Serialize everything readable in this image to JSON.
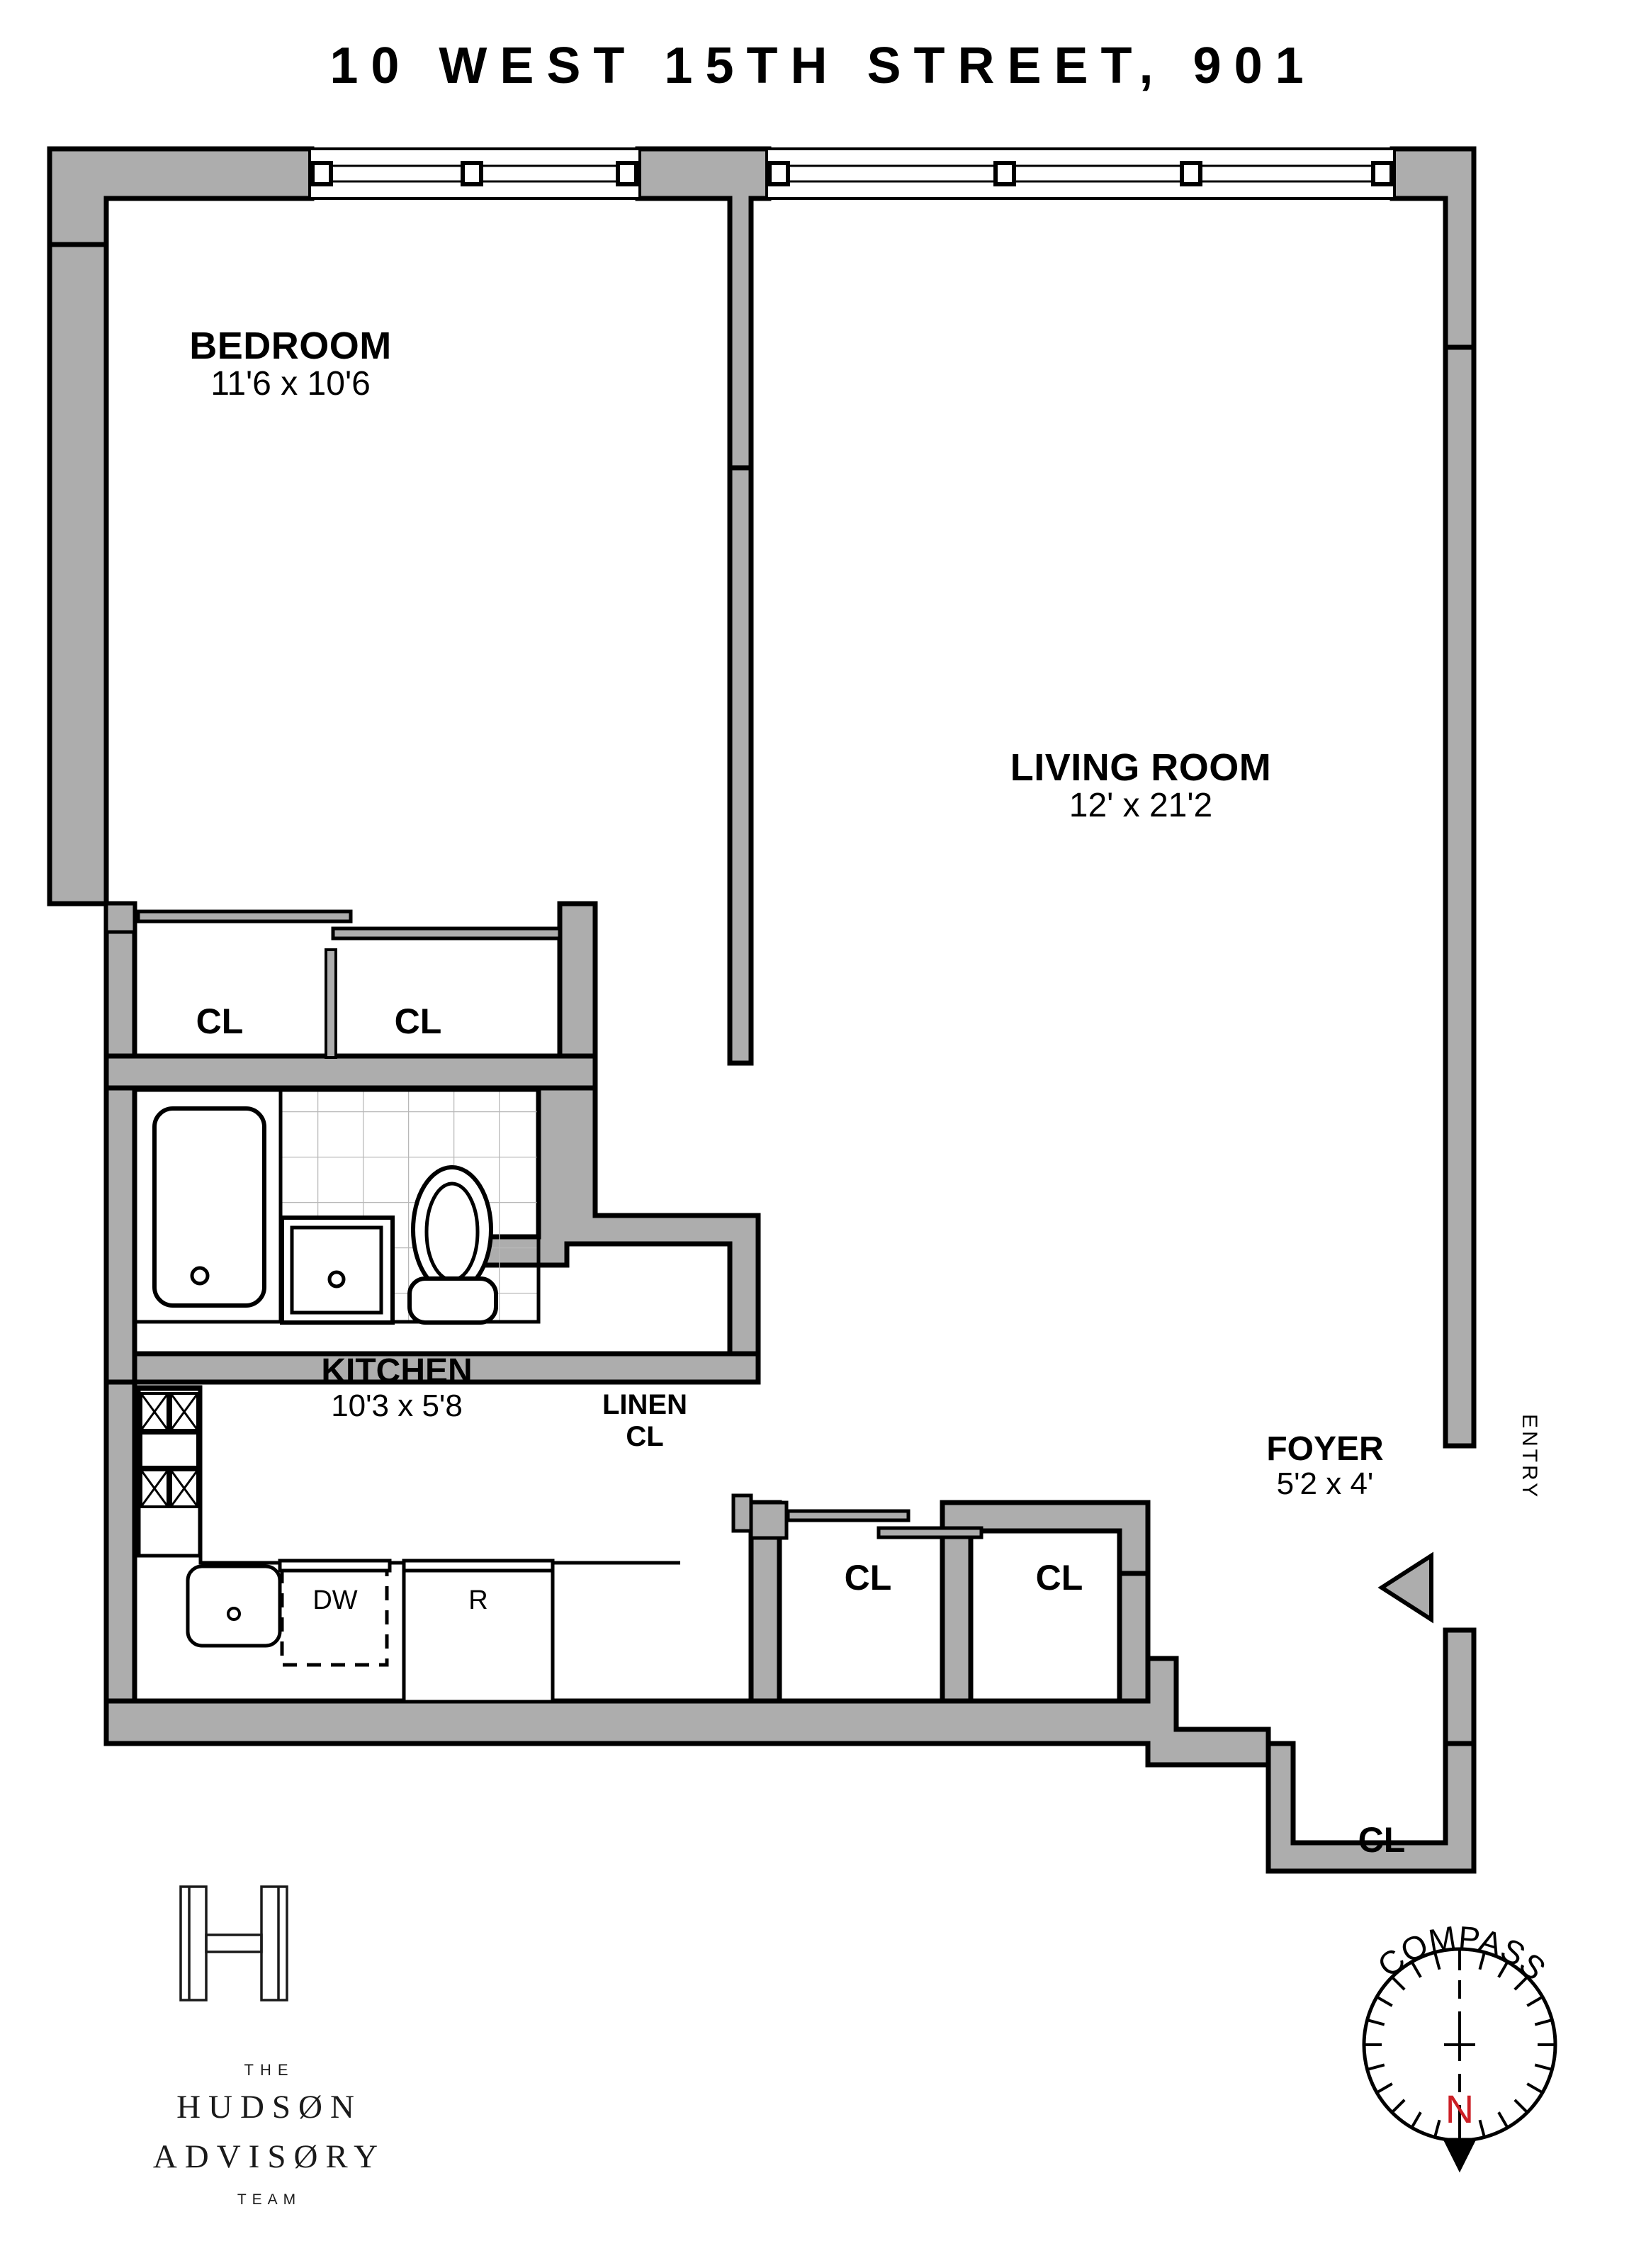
{
  "title": "10 WEST 15TH STREET, 901",
  "rooms": [
    {
      "id": "bedroom",
      "name": "BEDROOM",
      "dimensions": "11'6 x 10'6"
    },
    {
      "id": "living_room",
      "name": "LIVING ROOM",
      "dimensions": "12' x 21'2"
    },
    {
      "id": "kitchen",
      "name": "KITCHEN",
      "dimensions": "10'3 x 5'8"
    },
    {
      "id": "foyer",
      "name": "FOYER",
      "dimensions": "5'2 x 4'"
    }
  ],
  "closets": [
    {
      "id": "bedroom_cl_left",
      "label": "CL"
    },
    {
      "id": "bedroom_cl_right",
      "label": "CL"
    },
    {
      "id": "linen_cl",
      "label_line1": "LINEN",
      "label_line2": "CL"
    },
    {
      "id": "foyer_cl_left",
      "label": "CL"
    },
    {
      "id": "foyer_cl_right",
      "label": "CL"
    },
    {
      "id": "entry_cl",
      "label": "CL"
    }
  ],
  "appliances": [
    {
      "id": "dishwasher",
      "label": "DW"
    },
    {
      "id": "refrigerator",
      "label": "R"
    }
  ],
  "entry": {
    "label": "ENTRY"
  },
  "compass": {
    "ring_label": "COMPASS",
    "north_label": "N",
    "north_color": "#CC2026",
    "center_mark": "+"
  },
  "logo": {
    "monogram": "H",
    "line_the": "THE",
    "line_hudson": "HUDSØN",
    "line_advisory": "ADVISØRY",
    "line_team": "TEAM"
  },
  "colors": {
    "wall_fill": "#ADADAD",
    "wall_stroke": "#000000",
    "background": "#FFFFFF",
    "text": "#000000",
    "tile_grid": "#B8B8B8",
    "north_red": "#CC2026"
  }
}
